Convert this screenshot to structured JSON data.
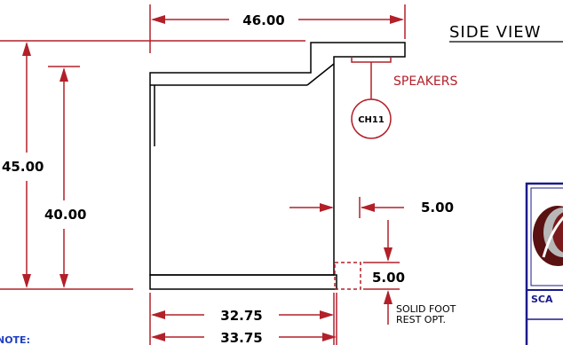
{
  "view_title": "SIDE VIEW",
  "dimensions": {
    "overall_width": "46.00",
    "overall_height": "45.00",
    "inner_height": "40.00",
    "gap_width": "5.00",
    "foot_height": "5.00",
    "base_width_inner": "32.75",
    "base_width_outer": "33.75"
  },
  "labels": {
    "speakers": "SPEAKERS",
    "callout": "CH11",
    "foot_line1": "SOLID FOOT",
    "foot_line2": "REST OPT."
  },
  "note_partial": "NOTE:",
  "title_block": {
    "scale_partial": "SCA"
  },
  "colors": {
    "dimension": "#b2202a",
    "outline": "#000000",
    "note": "#1f3fc4",
    "title_block_frame": "#1a1a8a"
  }
}
